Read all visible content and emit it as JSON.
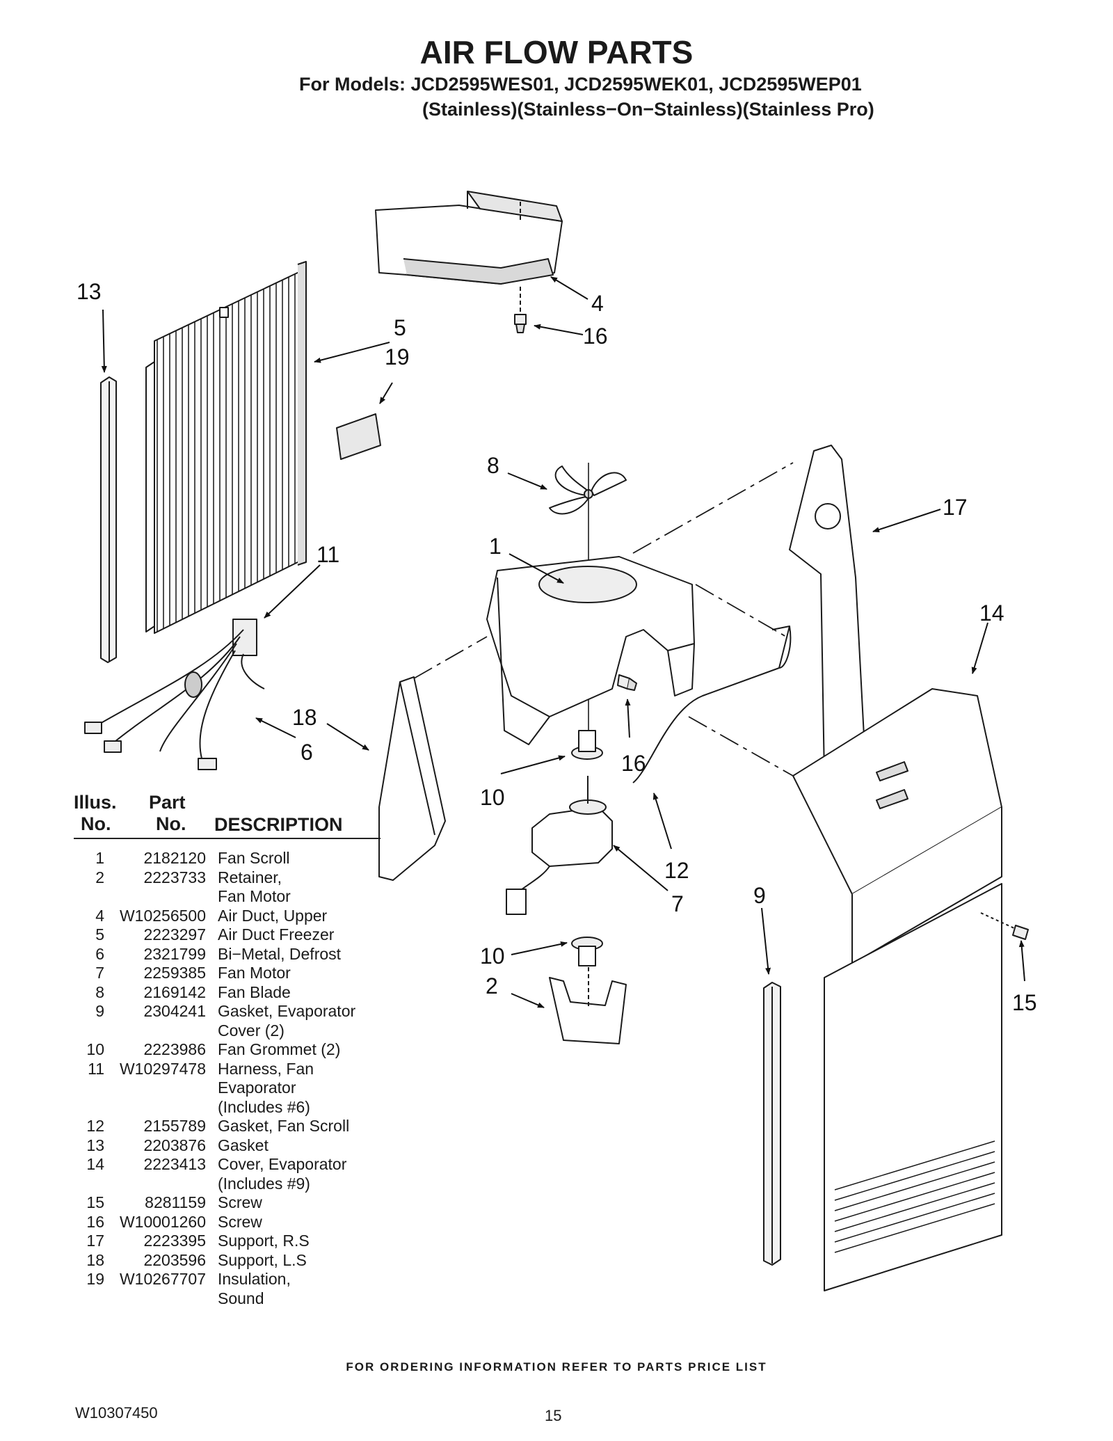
{
  "header": {
    "title": "AIR FLOW PARTS",
    "models": "For Models: JCD2595WES01, JCD2595WEK01, JCD2595WEP01",
    "variants": "(Stainless)(Stainless−On−Stainless)(Stainless Pro)"
  },
  "callouts": {
    "c1": "1",
    "c2": "2",
    "c4": "4",
    "c5": "5",
    "c6": "6",
    "c7": "7",
    "c8": "8",
    "c9": "9",
    "c10a": "10",
    "c10b": "10",
    "c11": "11",
    "c12": "12",
    "c13": "13",
    "c14": "14",
    "c15": "15",
    "c16a": "16",
    "c16b": "16",
    "c17": "17",
    "c18": "18",
    "c19": "19"
  },
  "table": {
    "col_illus": [
      "Illus.",
      "No."
    ],
    "col_part": [
      "Part",
      "No."
    ],
    "col_desc": "DESCRIPTION",
    "rows": [
      {
        "no": "1",
        "part": "2182120",
        "desc": [
          "Fan Scroll"
        ]
      },
      {
        "no": "2",
        "part": "2223733",
        "desc": [
          "Retainer,",
          "Fan Motor"
        ]
      },
      {
        "no": "4",
        "part": "W10256500",
        "desc": [
          "Air Duct, Upper"
        ]
      },
      {
        "no": "5",
        "part": "2223297",
        "desc": [
          "Air Duct Freezer"
        ]
      },
      {
        "no": "6",
        "part": "2321799",
        "desc": [
          "Bi−Metal, Defrost"
        ]
      },
      {
        "no": "7",
        "part": "2259385",
        "desc": [
          "Fan Motor"
        ]
      },
      {
        "no": "8",
        "part": "2169142",
        "desc": [
          "Fan Blade"
        ]
      },
      {
        "no": "9",
        "part": "2304241",
        "desc": [
          "Gasket, Evaporator",
          "Cover (2)"
        ]
      },
      {
        "no": "10",
        "part": "2223986",
        "desc": [
          "Fan Grommet (2)"
        ]
      },
      {
        "no": "11",
        "part": "W10297478",
        "desc": [
          "Harness, Fan",
          "Evaporator",
          "(Includes #6)"
        ]
      },
      {
        "no": "12",
        "part": "2155789",
        "desc": [
          "Gasket, Fan Scroll"
        ]
      },
      {
        "no": "13",
        "part": "2203876",
        "desc": [
          "Gasket"
        ]
      },
      {
        "no": "14",
        "part": "2223413",
        "desc": [
          "Cover, Evaporator",
          "(Includes #9)"
        ]
      },
      {
        "no": "15",
        "part": "8281159",
        "desc": [
          "Screw"
        ]
      },
      {
        "no": "16",
        "part": "W10001260",
        "desc": [
          "Screw"
        ]
      },
      {
        "no": "17",
        "part": "2223395",
        "desc": [
          "Support, R.S"
        ]
      },
      {
        "no": "18",
        "part": "2203596",
        "desc": [
          "Support, L.S"
        ]
      },
      {
        "no": "19",
        "part": "W10267707",
        "desc": [
          "Insulation,",
          " Sound"
        ]
      }
    ]
  },
  "footer": {
    "note": "FOR ORDERING INFORMATION REFER TO PARTS PRICE LIST",
    "doc_number": "W10307450",
    "page_number": "15"
  }
}
